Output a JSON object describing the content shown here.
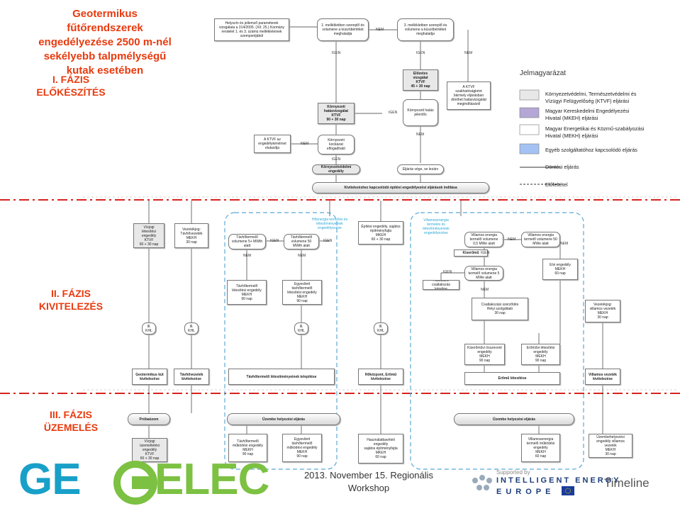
{
  "title": "Geotermikus fűtőrendszerek engedélyezése 2500 m-nél sekélyebb talpmélységű kutak esetében",
  "phases": [
    "I. FÁZIS\nELŐKÉSZÍTÉS",
    "II. FÁZIS\nKIVITELEZÉS",
    "III. FÁZIS\nÜZEMELÉS"
  ],
  "legend": {
    "title": "Jelmagyarázat",
    "items": [
      "Környezetvédelmi, Természetvédelmi és\nVízügyi Felügyelőség (KTVF) eljárási",
      "Magyar Kereskedelmi Engedélyezési\nHivatal (MKEH) eljárási",
      "Magyar Energetikai és Közmű-szabályozási\nHivatal (MEKH) eljárási",
      "Egyéb szolgáltatóhoz kapcsolódó eljárás",
      "Döntési eljárás",
      "Előfeltétel"
    ],
    "colors": {
      "ktvf": "#e8e8e8",
      "mkeh": "#b4a7d6",
      "mekh": "#ffffff",
      "other": "#a4c2f4"
    }
  },
  "nodes": {
    "n_helyszin": "Helyszín és jellemző paraméterek vizsgálata a 314/2005. (XII. 25.) Kormány rendelet 1. és 3. számú mellékleteinek szempontjából",
    "n_mell1": "1. mellékletben szereplő és volumene a küszöbértéket meghaladja",
    "n_mell3": "3. mellékletben szereplő és volumene a küszöbértéket meghaladja",
    "n_elozetes": "Előzetes vizsgálat\nKTVF\n45 + 30 nap",
    "n_ktvf_szak": "A KTVF szakhatóságként bármely eljárásban dönthet hatásvizsgálat megindításáról",
    "n_korny_hatas": "Környezeti hatásvizsgálat\nKTVF\n90 + 30 nap",
    "n_korny_hatas_jel": "Környezeti hatás jelentős",
    "n_ktvf_elutasit": "A KTVF az engedélykérelmet elutasítja",
    "n_kockazat": "Környezeti kockázat elfogadható",
    "n_kornyezetvedelmi": "Környezetvédelmi engedély",
    "n_eljaras_vege": "Eljárás vége, se lezárv",
    "n_kivitelezes_bar": "Kivitelezéshez kapcsolódó építési engedélyezési eljárások indítása",
    "n_vizjogi": "Vízjogi létesítési engedély\nKTVF\n60 + 30 nap",
    "n_vezetekjog": "Vezetékjog: Távhővezeték\nMEKH\n30 nap",
    "n_tavho_vol1": "Távhőtermelő volumene 5+ MWth alatt",
    "n_tavho_vol2": "Távhőtermelő volumene 50 MWth alatt",
    "n_hoenergia": "Hőenergia termelés és létesítményeinek engedélyezése",
    "n_epitesi": "Építési engedély, sajátos építményfajta\nMKEH\n60 + 30 nap",
    "n_villamos_term": "Villamosenergia termelés és létesítményeinek engedélyezése",
    "n_villamos_vol1": "Villamos energia termelő volumene 0,5 MWe alatt",
    "n_villamos_vol2": "Villamos energia termelő volumene 50 MWe alatt",
    "n_kiseromu": "Kiserőmű",
    "n_villamos_vol3": "Villamos energia termelő volumene 5 MWe alatt",
    "n_halozat": "Hálózatra csatlakozás kérelme",
    "n_elvi": "Elvi engedély\nMEKH\n60 nap",
    "n_tavho_letesit": "Távhőtermelő létesítési engedély\nMEKH\n90 nap",
    "n_egyesitett": "Egyesített távhőtermelő létesítési engedély\nMEKH\n90 nap",
    "n_csatlakozasi": "Csatlakozási szerződés\nHelyi szolgáltató\n30 nap",
    "n_vezetekjog2": "Vezetékjog: villamos vezeték\nMEKH\n30 nap",
    "n_kiseromu_osszevont": "Kiserőművi összevont engedély\nMEKH\n90 nap",
    "n_eromuvi_letesit": "Erőművi létesítési engedély\nMEKH\n90 nap",
    "n_geo_kut": "Geotermikus kút kivitelezése",
    "n_tavhovezetek": "Távhővezeték kivitelezése",
    "n_tavho_telepites": "Távhőtermelő létesítményeinek telepítése",
    "n_hokozpont": "Hőközpont, Erőmű kivitelezése",
    "n_eromu_letesit": "Erőmű létesítése",
    "n_villamos_vezetek": "Villamos vezeték kivitelezése",
    "n_probauzem": "Próbaüzem",
    "n_uzembe1": "Üzembe helyezési eljárás",
    "n_uzembe2": "Üzembe helyezési eljárás",
    "n_vizjogi_uzem": "Vízjogi üzemeltetési engedély\nKTVF\n60 + 30 nap",
    "n_tavho_mukodes": "Távhőtermelő működési engedély\nMEKH\n90 nap",
    "n_egyesitett_mukodes": "Egyesített távhőtermelő működési engedély\nMEKH\n90 nap",
    "n_hasznalatbavetel": "Használatbavételi engedély\nsajátos építményfajta\nMKEH\n60 nap",
    "n_villamos_mukodes": "Villamosenergia termelő működési engedély\nMEKH\n60 nap",
    "n_uzembehely_eng": "Üzembehelyezési engedély villamos vezeték\nMEKH\n30 nap",
    "n_ill1": "Ill. KHL",
    "n_ill2": "Ill. KHL",
    "n_ill3": "Ill. KHL",
    "n_ill4": "Ill. KHL"
  },
  "labels": {
    "igen": "IGEN",
    "nem": "NEM"
  },
  "footer": {
    "date": "2013. November 15. Regionális\nWorkshop",
    "supported": "Supported by",
    "iee_line1": "INTELLIGENT ENERGY",
    "iee_line2": "EUROPE",
    "timeline": "Timeline",
    "logo_geo": "GE",
    "logo_elec": "ELEC"
  }
}
